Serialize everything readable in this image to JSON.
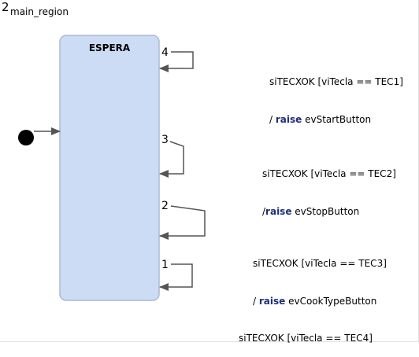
{
  "region": {
    "number": "2",
    "name": "main_region"
  },
  "state": {
    "name": "ESPERA"
  },
  "transitions": [
    {
      "priority": "4",
      "line1": "siTECXOK [viTecla == TEC1]",
      "line2_prefix": "/ ",
      "keyword": "raise",
      "action": " evStartButton"
    },
    {
      "priority": "3",
      "line1": "siTECXOK [viTecla == TEC2]",
      "line2_prefix": "/",
      "keyword": "raise",
      "action": " evStopButton"
    },
    {
      "priority": "2",
      "line1": "siTECXOK [viTecla == TEC3]",
      "line2_prefix": "/ ",
      "keyword": "raise",
      "action": " evCookTypeButton"
    },
    {
      "priority": "1",
      "line1": "siTECXOK [viTecla == TEC4]"
    }
  ],
  "colors": {
    "state_fill": "#ccdcf4",
    "state_stroke": "#a9bad4",
    "keyword": "#1f2e7a"
  }
}
